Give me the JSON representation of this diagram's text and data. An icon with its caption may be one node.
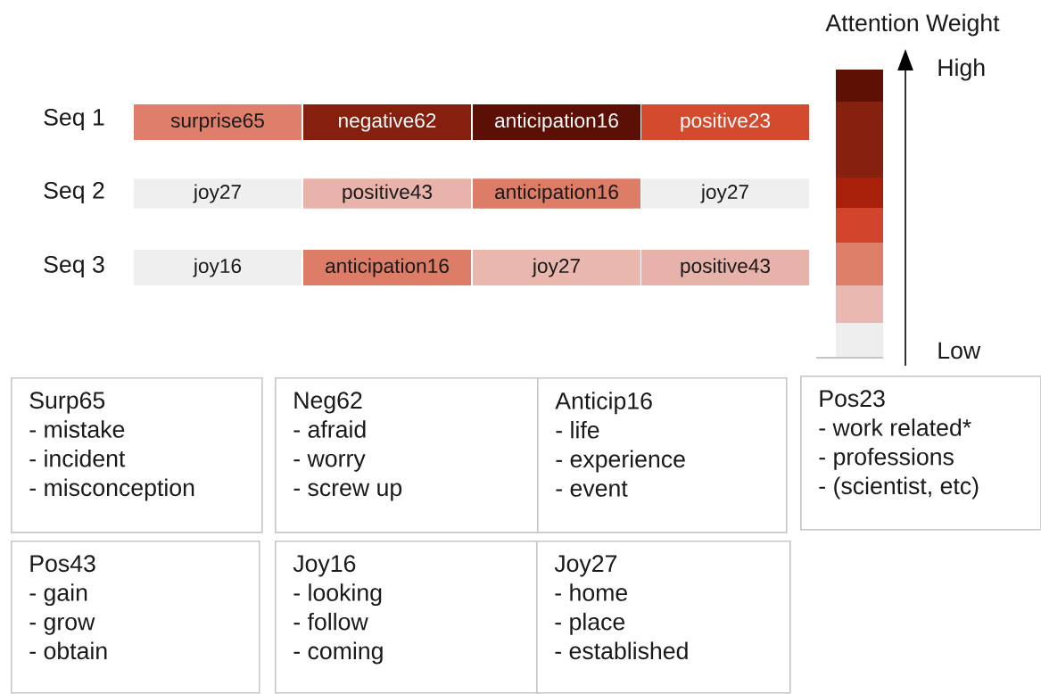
{
  "diagram": {
    "nodes": [
      {
        "text": [
          "surprise65"
        ]
      },
      {
        "text": [
          "negative62"
        ]
      },
      {
        "text": [
          "anticipation16"
        ]
      },
      {
        "text": [
          "positive23"
        ]
      },
      {
        "text": [
          "joy27"
        ]
      },
      {
        "text": [
          "positive43"
        ]
      },
      {
        "text": [
          "anticipation16"
        ]
      },
      {
        "text": [
          "joy27"
        ]
      },
      {
        "text": [
          "joy16"
        ]
      },
      {
        "text": [
          "anticipation16"
        ]
      },
      {
        "text": [
          "joy27"
        ]
      },
      {
        "text": [
          "positive43"
        ]
      },
      {
        "text": [
          "Surp65",
          "- mistake",
          "- incident",
          "- misconception"
        ]
      },
      {
        "text": [
          "Neg62",
          "- afraid",
          "- worry",
          "- screw up"
        ]
      },
      {
        "text": [
          "Anticip16",
          "- life",
          "- experience",
          "- event"
        ]
      },
      {
        "text": [
          "Pos23",
          "- work related*",
          "- professions",
          "- (scientist, etc)"
        ]
      },
      {
        "text": [
          "Pos43",
          "- gain",
          "- grow",
          "- obtain"
        ]
      },
      {
        "text": [
          "Joy16",
          "- looking",
          "- follow",
          "- coming"
        ]
      },
      {
        "text": [
          "Joy27",
          "- home",
          "- place",
          "- established"
        ]
      }
    ],
    "labels": [
      "Attention Weight",
      "High",
      "Seq 1",
      "Seq 2",
      "Seq 3",
      "Low"
    ]
  }
}
